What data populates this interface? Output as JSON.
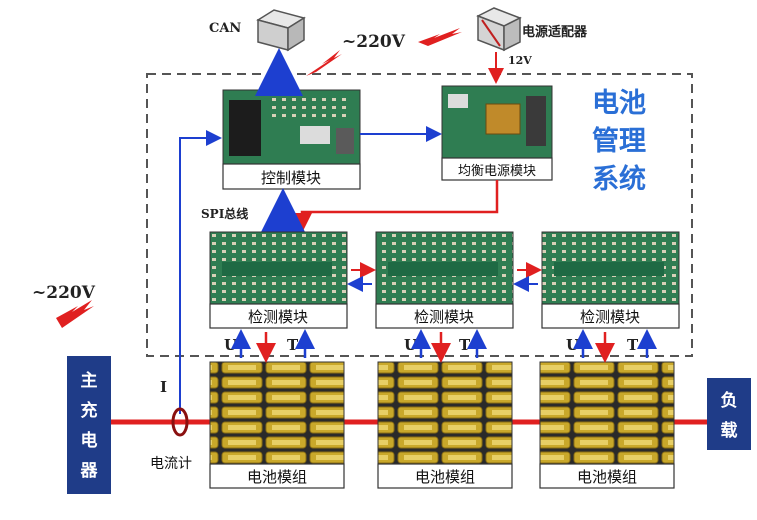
{
  "labels": {
    "can": "CAN",
    "voltage_top": "~220V",
    "adapter": "电源适配器",
    "v12": "12V",
    "bms_title": [
      "电池",
      "管理",
      "系统"
    ],
    "control_module": "控制模块",
    "balance_module": "均衡电源模块",
    "spi_bus": "SPI总线",
    "detect_module": "检测模块",
    "voltage_left": "~220V",
    "current_symbol": "I",
    "u": "U",
    "t": "T",
    "main_charger": [
      "主",
      "充",
      "电",
      "器"
    ],
    "load": [
      "负",
      "载"
    ],
    "current_meter": "电流计",
    "battery_group": "电池模组"
  },
  "colors": {
    "bms_text": "#2a6fd6",
    "charger_box": "#1f3c88",
    "power_line": "#e02020",
    "signal_arrow": "#1d3fd0",
    "dashed_border": "#555555",
    "pcb_green": "#2f7d52",
    "battery_gold": "#c9a82a"
  },
  "icons": [
    "can-device-icon",
    "power-adapter-icon",
    "lightning-icon"
  ]
}
